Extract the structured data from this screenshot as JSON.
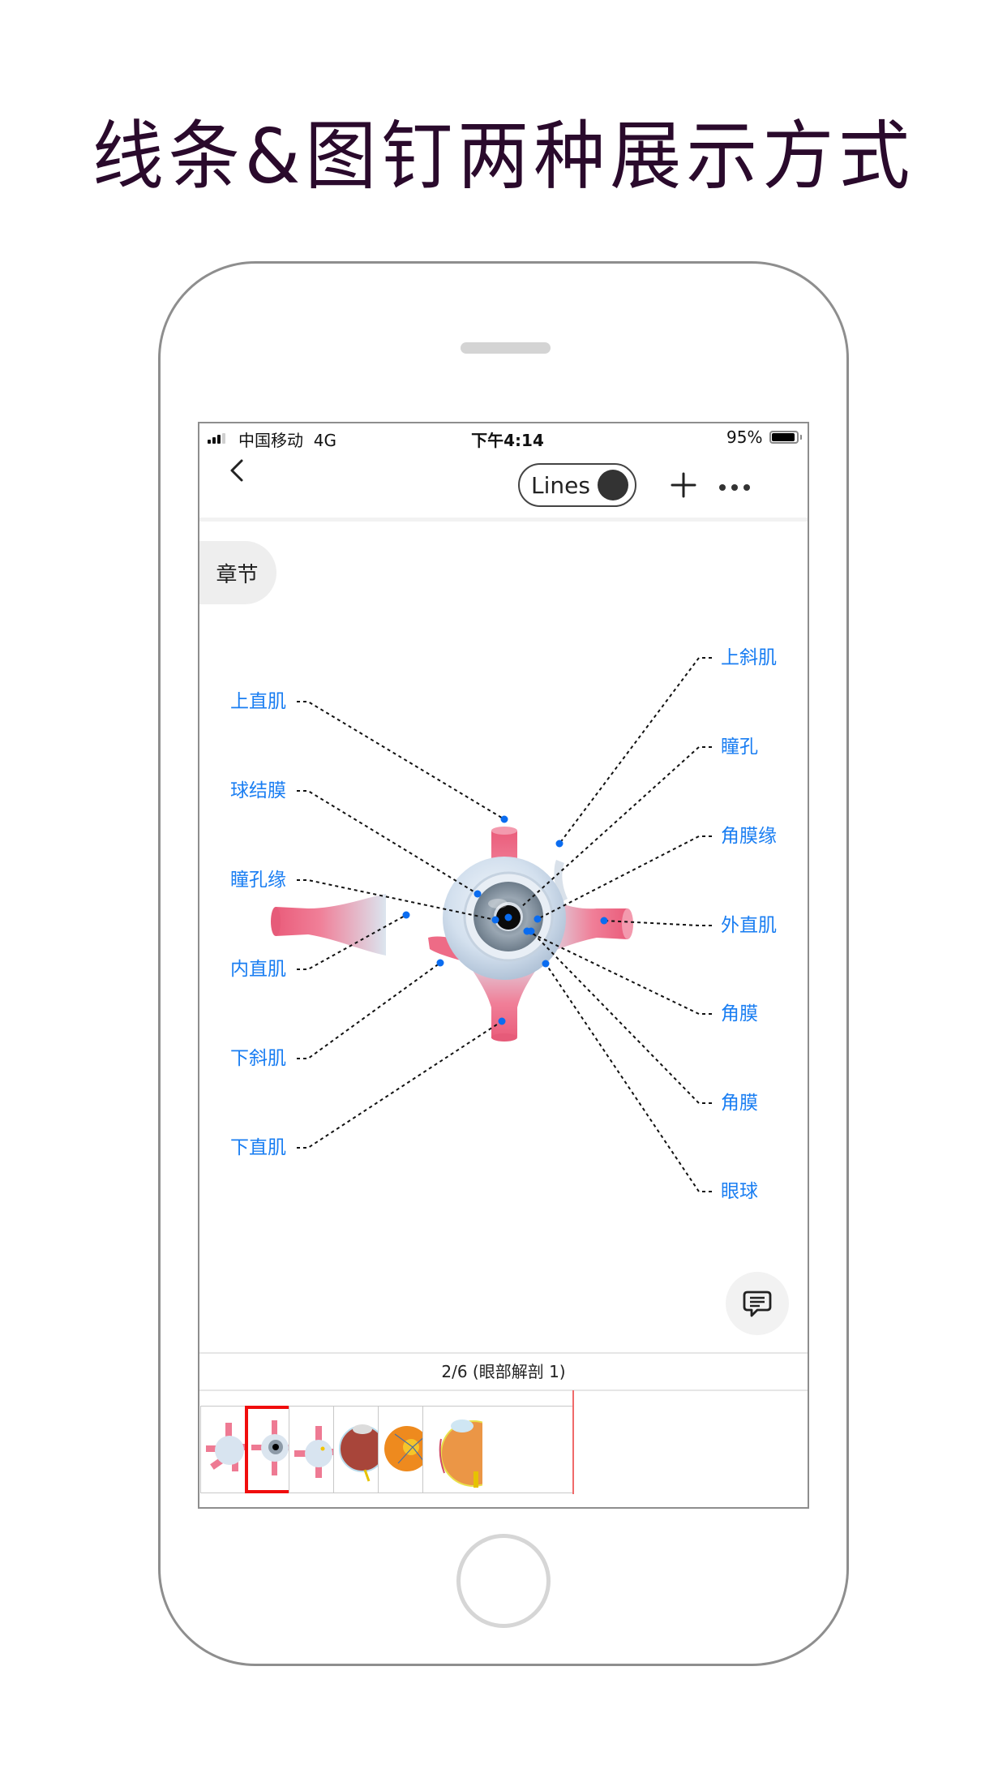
{
  "headline": "线条&图钉两种展示方式",
  "status_bar": {
    "carrier": "中国移动",
    "network": "4G",
    "time": "下午4:14",
    "battery_pct": "95%"
  },
  "nav": {
    "toggle_label": "Lines",
    "back_icon": "chevron-left-icon",
    "add_icon": "plus-icon",
    "more_icon": "ellipsis-icon"
  },
  "chapter_button": "章节",
  "annotations": {
    "left": [
      {
        "label": "上直肌"
      },
      {
        "label": "球结膜"
      },
      {
        "label": "瞳孔缘"
      },
      {
        "label": "内直肌"
      },
      {
        "label": "下斜肌"
      },
      {
        "label": "下直肌"
      }
    ],
    "right": [
      {
        "label": "上斜肌"
      },
      {
        "label": "瞳孔"
      },
      {
        "label": "角膜缘"
      },
      {
        "label": "外直肌"
      },
      {
        "label": "角膜"
      },
      {
        "label": "角膜"
      },
      {
        "label": "眼球"
      }
    ]
  },
  "comment_icon": "chat-bubble-icon",
  "pager": {
    "text": "2/6 (眼部解剖 1)",
    "current": 2,
    "total": 6
  },
  "thumbnails": [
    {
      "name": "eye-muscles-back",
      "active": false
    },
    {
      "name": "eye-muscles-front",
      "active": true
    },
    {
      "name": "eye-muscles-side",
      "active": false
    },
    {
      "name": "eyeball-section",
      "active": false
    },
    {
      "name": "retina-fundus",
      "active": false
    },
    {
      "name": "eye-cross-section",
      "active": false
    }
  ],
  "colors": {
    "headline": "#2a0a2c",
    "label_blue": "#1a7ef2",
    "pin_blue": "#0a6cf0",
    "active_thumb_border": "#f00d0d"
  }
}
